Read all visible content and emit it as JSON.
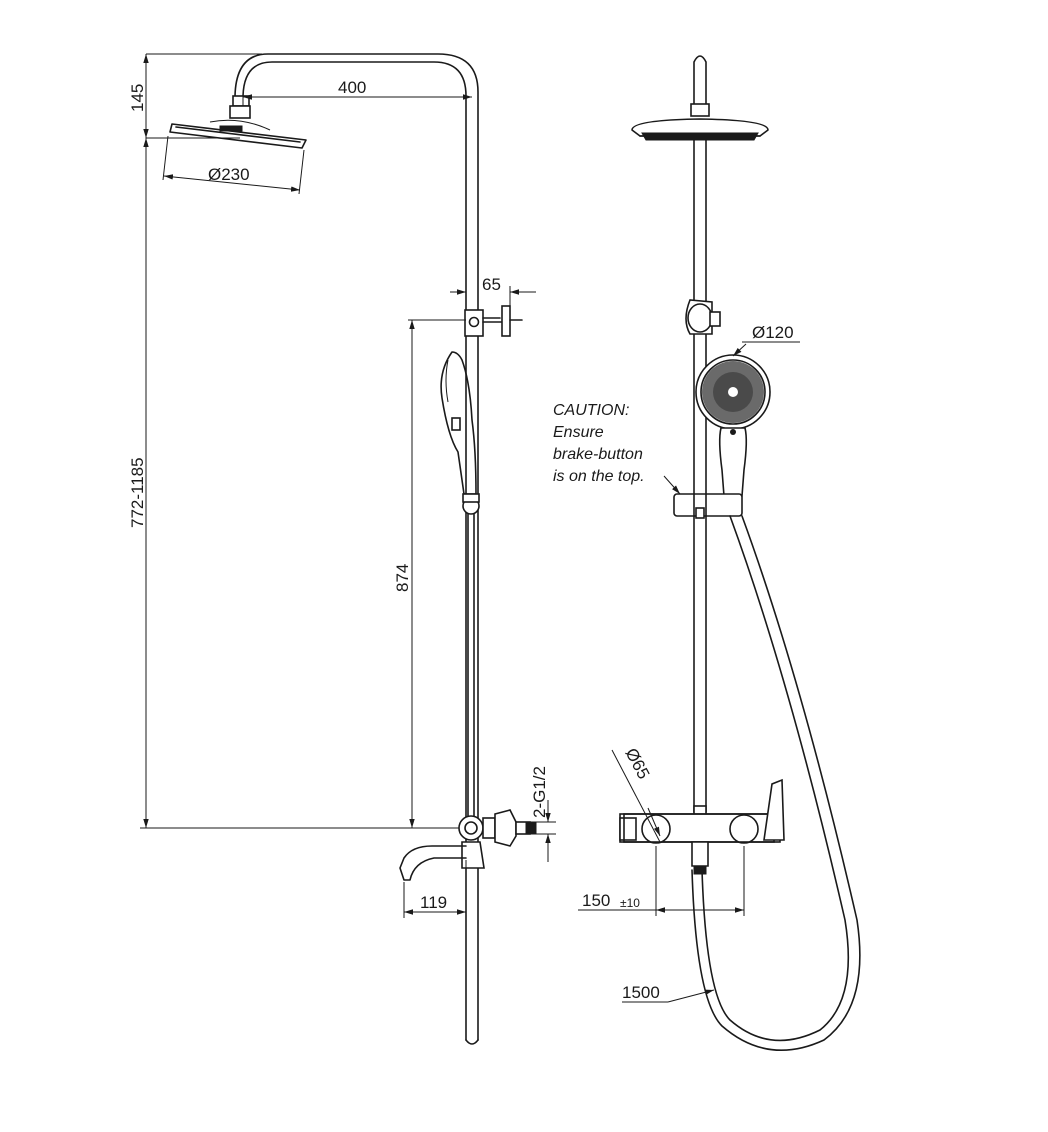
{
  "side_view": {
    "dim_head_height": "145",
    "dim_arm_length": "400",
    "dim_head_diameter": "Ø230",
    "dim_height_range": "772-1185",
    "dim_holder_offset": "65",
    "dim_holder_height": "874",
    "dim_inlet_thread": "2-G1/2",
    "dim_spout_length": "119"
  },
  "front_view": {
    "dim_handshower_diameter": "Ø120",
    "caution_lines": [
      "CAUTION:",
      "Ensure",
      "brake-button",
      "is on the top."
    ],
    "dim_escutcheon_diameter": "Ø65",
    "dim_center_distance": "150",
    "dim_center_tolerance": "±10",
    "dim_hose_length": "1500"
  }
}
